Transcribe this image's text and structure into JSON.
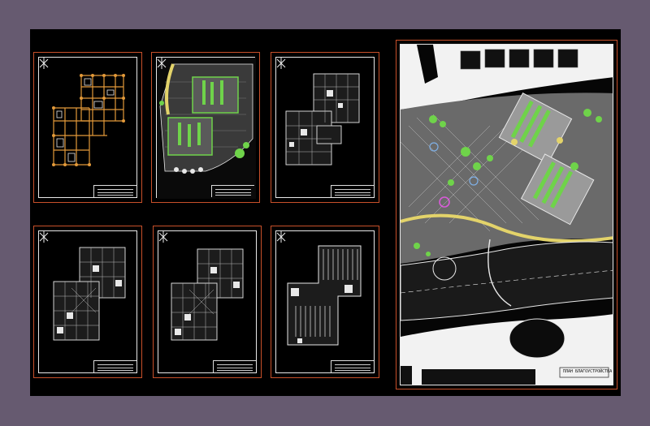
{
  "colors": {
    "background": "#665a70",
    "canvas": "#000000",
    "sheet_border": "#c8502a",
    "linework": "#e8e8e8",
    "landscape_green": "#6fd34a",
    "accent_yellow": "#e3d36a",
    "structure_orange": "#e39a3a"
  },
  "sheets": [
    {
      "name": "structural-grid-plan",
      "type": "floor-plan"
    },
    {
      "name": "green-roof-plan",
      "type": "floor-plan"
    },
    {
      "name": "typical-floor-plan-a",
      "type": "floor-plan"
    },
    {
      "name": "typical-floor-plan-b",
      "type": "floor-plan"
    },
    {
      "name": "typical-floor-plan-c",
      "type": "floor-plan"
    },
    {
      "name": "parking-level-plan",
      "type": "floor-plan"
    },
    {
      "name": "master-site-plan",
      "type": "site-plan"
    }
  ],
  "title_block_text": "ПЛАН БЛАГОУСТРОЙСТВА"
}
